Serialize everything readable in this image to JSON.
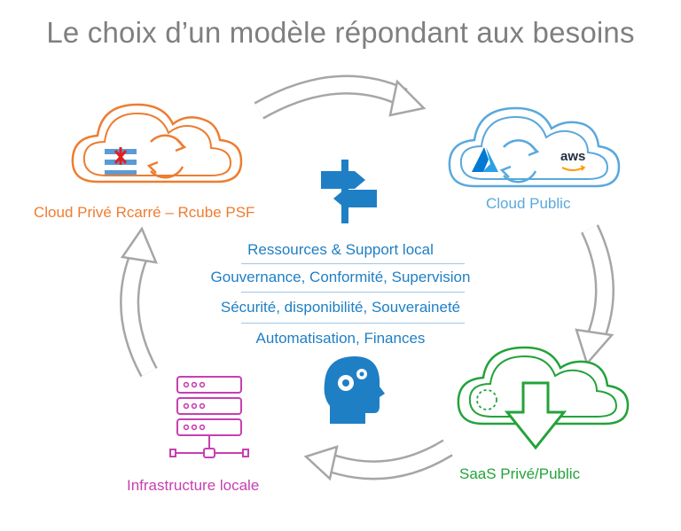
{
  "title": "Le choix d’un modèle répondant aux besoins",
  "nodes": {
    "private_cloud": {
      "label": "Cloud Privé Rcarré – Rcube PSF",
      "color": "#ed7d31"
    },
    "public_cloud": {
      "label": "Cloud Public",
      "color": "#5aa8dc",
      "aws_text": "aws"
    },
    "saas": {
      "label": "SaaS Privé/Public",
      "color": "#22a33a"
    },
    "local_infra": {
      "label": "Infrastructure locale",
      "color": "#c83fb0"
    }
  },
  "center": {
    "color": "#1f7fc4",
    "lines": [
      "Ressources & Support local",
      "Gouvernance, Conformité, Supervision",
      "Sécurité, disponibilité, Souveraineté",
      "Automatisation, Finances"
    ]
  },
  "cycle_arrow_color": "#a6a6a6"
}
